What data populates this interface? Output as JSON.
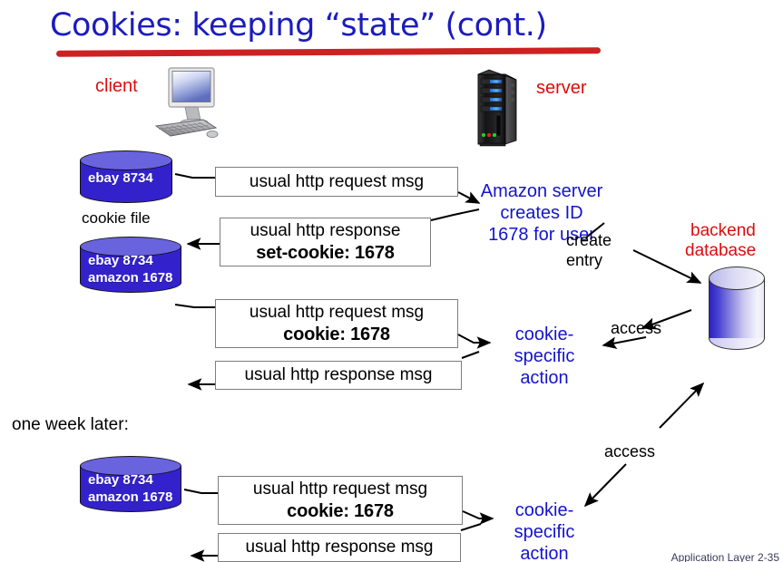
{
  "slide": {
    "title": "Cookies: keeping “state” (cont.)",
    "footer": "Application Layer  2-35"
  },
  "actors": {
    "client_label": "client",
    "server_label": "server",
    "backend_label_line1": "backend",
    "backend_label_line2": "database",
    "client_icon": "desktop-computer-icon",
    "server_icon": "server-tower-icon",
    "database_icon": "database-cylinder-icon"
  },
  "cookie_files": {
    "file1": {
      "lines": [
        "ebay 8734"
      ],
      "caption": "cookie file"
    },
    "file2": {
      "lines": [
        "ebay 8734",
        "amazon 1678"
      ]
    },
    "file3": {
      "lines": [
        "ebay 8734",
        "amazon 1678"
      ]
    }
  },
  "messages": {
    "m1": {
      "line1": "usual http request msg",
      "line2": ""
    },
    "m2": {
      "line1": "usual http response",
      "line2": "set-cookie: 1678"
    },
    "m3": {
      "line1": "usual http request msg",
      "line2": "cookie: 1678"
    },
    "m4": {
      "line1": "usual http response msg",
      "line2": ""
    },
    "m5": {
      "line1": "usual http request msg",
      "line2": "cookie: 1678"
    },
    "m6": {
      "line1": "usual http response msg",
      "line2": ""
    }
  },
  "annotations": {
    "server_creates_id": "Amazon server\ncreates ID\n1678 for user",
    "create_entry": "create\nentry",
    "access_top": "access",
    "access_bottom": "access",
    "cookie_action_1": "cookie-\nspecific\naction",
    "cookie_action_2": "cookie-\nspecific\naction",
    "one_week_later": "one week later:"
  },
  "colors": {
    "title_blue": "#1b1bbf",
    "underline_red": "#cc2222",
    "actor_red": "#dd0d0d",
    "annotation_blue": "#1414cc",
    "cookie_cylinder": "#3322cc",
    "cookie_cylinder_top": "#6a63de",
    "box_border": "#7d7d7d"
  }
}
